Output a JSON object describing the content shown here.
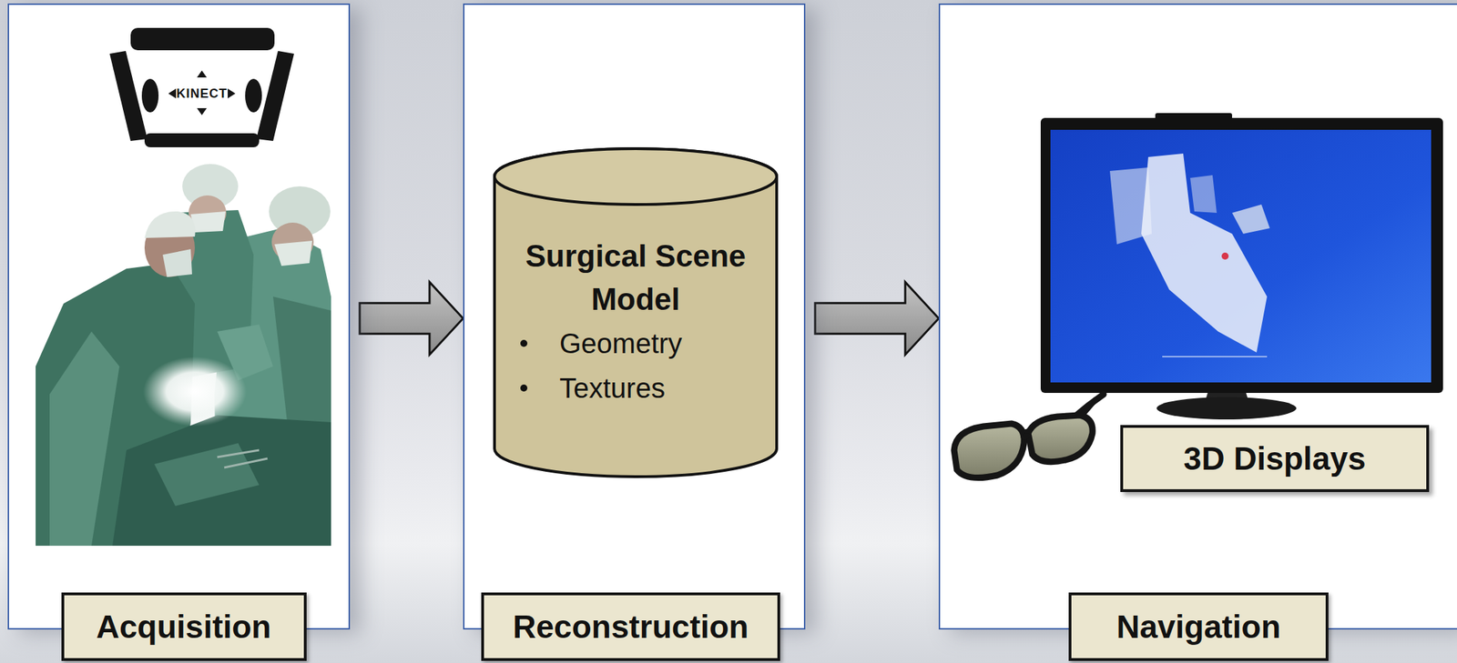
{
  "diagram": {
    "nodes": [
      {
        "text": [
          "Acquisition"
        ]
      },
      {
        "text": [
          "Reconstruction"
        ]
      },
      {
        "text": [
          "Surgical Scene Model",
          "Geometry",
          "Textures"
        ],
        "in": 1
      },
      {
        "text": [
          "Navigation"
        ]
      },
      {
        "text": [
          "3D Displays"
        ],
        "in": 3
      }
    ],
    "edges": [
      {
        "from": 0,
        "to": 1,
        "arrow": "to"
      },
      {
        "from": 1,
        "to": 3,
        "arrow": "to"
      }
    ],
    "labels": [
      "KINECT"
    ]
  }
}
